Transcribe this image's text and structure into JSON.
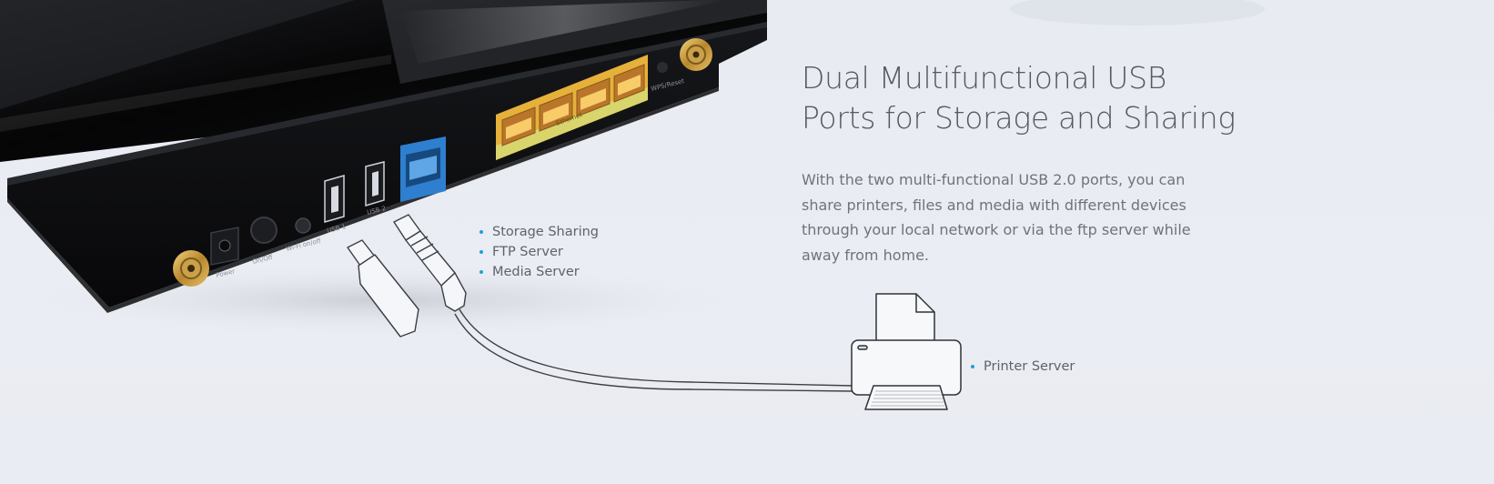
{
  "section": {
    "title_lines": [
      "Dual Multifunctional USB",
      "Ports for Storage and Sharing"
    ],
    "description_lines": [
      "With the two multi-functional USB 2.0 ports, you can",
      "share printers, files and media with different devices",
      "through your local network or via the ftp server while",
      "away from home."
    ]
  },
  "features": [
    "Storage Sharing",
    "FTP Server",
    "Media Server"
  ],
  "printer_label": "Printer Server",
  "router_labels": {
    "power": "Power",
    "onoff": "On/Off",
    "wifi": "Wi-Fi on/off",
    "usb1": "USB 1",
    "usb2": "USB 2",
    "ethernet": "Ethernet",
    "wps": "WPS/Reset"
  },
  "colors": {
    "background": "#e9ecf2",
    "router_body": "#0b0b0c",
    "ethernet_ports": "#f2b43c",
    "wan_port": "#2a7dc8",
    "bullet": "#1e9fe0",
    "antenna_connector": "#c9a24b"
  },
  "icons": [
    "router-image",
    "usb-stick-icon",
    "usb-cable-icon",
    "printer-icon"
  ]
}
